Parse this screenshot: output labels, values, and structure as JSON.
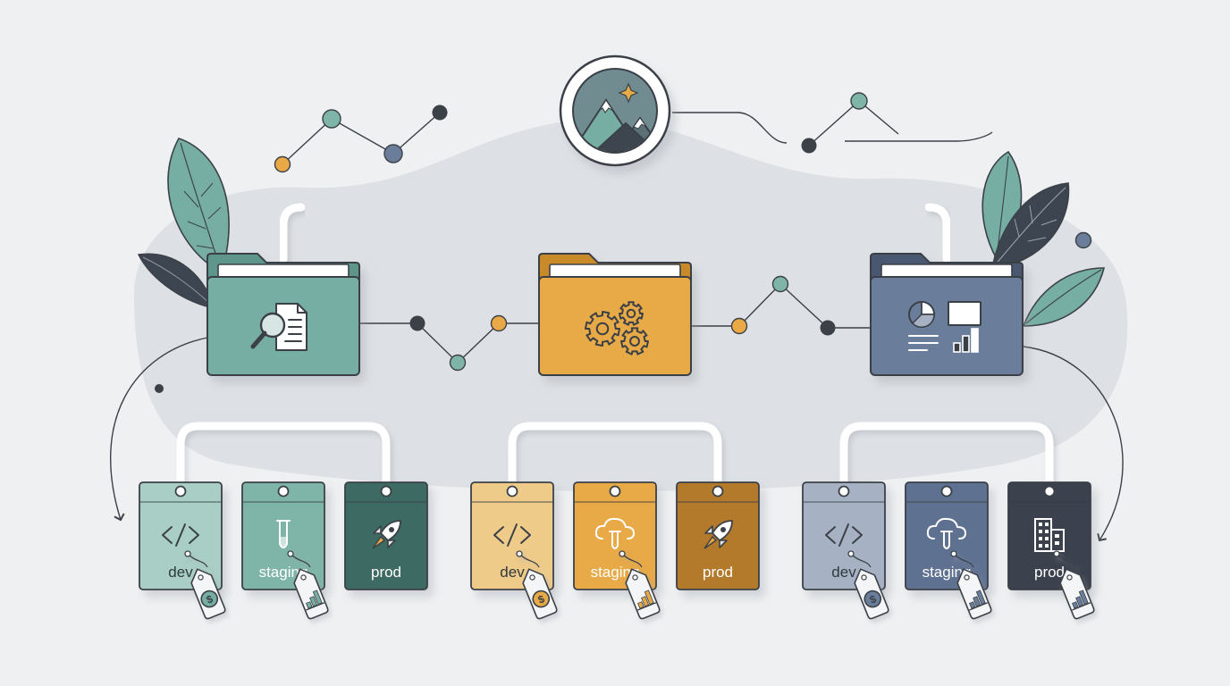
{
  "colors": {
    "background": "#eef0f2",
    "blob": "#dde0e4",
    "connector": "#ffffff",
    "outline": "#3b4147",
    "leaf_teal": "#77aea3",
    "leaf_dark": "#3d4550",
    "dot_teal": "#7fb5a8",
    "dot_orange": "#e8a946",
    "dot_slate": "#6a7d9a",
    "dot_dark": "#3b4147"
  },
  "root": {
    "icon": "mountain-star-icon"
  },
  "groups": [
    {
      "name": "documents",
      "folder_color": "#77aea3",
      "folder_tab_color": "#5f968b",
      "folder_icon": "document-search-icon",
      "envs": [
        {
          "label": "dev",
          "color": "#a9cec6",
          "text_color": "#2f3a3d",
          "icon": "code-icon",
          "tag_icon": "dollar-icon"
        },
        {
          "label": "staging",
          "color": "#7fb5a8",
          "text_color": "#ffffff",
          "icon": "test-tube-icon",
          "tag_icon": "bar-chart-icon"
        },
        {
          "label": "prod",
          "color": "#3e6b62",
          "text_color": "#ffffff",
          "icon": "rocket-icon",
          "tag_icon": ""
        }
      ]
    },
    {
      "name": "settings",
      "folder_color": "#e8a946",
      "folder_tab_color": "#c98a2c",
      "folder_icon": "gears-icon",
      "envs": [
        {
          "label": "dev",
          "color": "#efcb8a",
          "text_color": "#2f3a3d",
          "icon": "code-icon",
          "tag_icon": "dollar-icon"
        },
        {
          "label": "staging",
          "color": "#e8a946",
          "text_color": "#ffffff",
          "icon": "cloud-test-tube-icon",
          "tag_icon": "bar-chart-icon"
        },
        {
          "label": "prod",
          "color": "#b27a2c",
          "text_color": "#ffffff",
          "icon": "rocket-icon",
          "tag_icon": ""
        }
      ]
    },
    {
      "name": "analytics",
      "folder_color": "#6a7d9a",
      "folder_tab_color": "#4a5870",
      "folder_icon": "analytics-report-icon",
      "envs": [
        {
          "label": "dev",
          "color": "#a6b2c4",
          "text_color": "#2f3a3d",
          "icon": "code-icon",
          "tag_icon": "dollar-icon"
        },
        {
          "label": "staging",
          "color": "#5e7191",
          "text_color": "#ffffff",
          "icon": "cloud-test-tube-icon",
          "tag_icon": "bar-chart-icon"
        },
        {
          "label": "prod",
          "color": "#3a424d",
          "text_color": "#ffffff",
          "icon": "office-building-icon",
          "tag_icon": "bar-chart-icon"
        }
      ]
    }
  ]
}
